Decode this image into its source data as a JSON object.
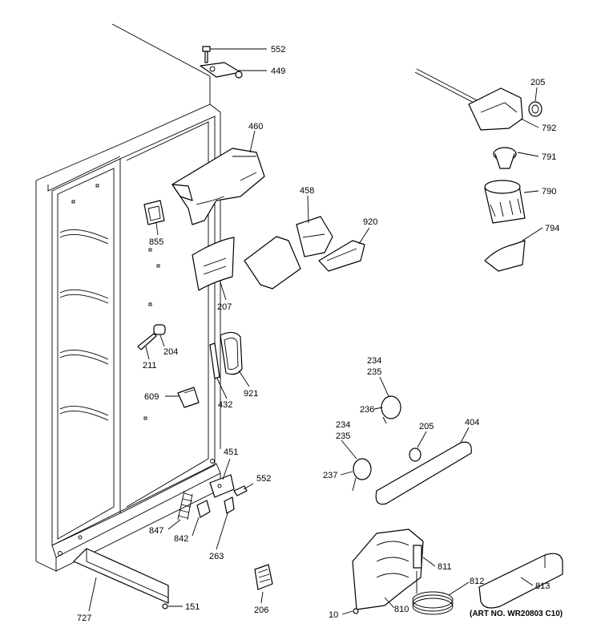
{
  "labels": {
    "p552a": "552",
    "p449": "449",
    "p460": "460",
    "p855": "855",
    "p458": "458",
    "p920": "920",
    "p207": "207",
    "p204": "204",
    "p211": "211",
    "p432": "432",
    "p921": "921",
    "p609": "609",
    "p451": "451",
    "p552b": "552",
    "p847": "847",
    "p842": "842",
    "p263": "263",
    "p727": "727",
    "p151": "151",
    "p206a": "206",
    "p205a": "205",
    "p792": "792",
    "p791": "791",
    "p790": "790",
    "p794": "794",
    "p234a": "234",
    "p235a": "235",
    "p236": "236",
    "p234b": "234",
    "p235b": "235",
    "p205b": "205",
    "p404": "404",
    "p237": "237",
    "p811": "811",
    "p812": "812",
    "p813": "813",
    "p810": "810",
    "p10": "10"
  },
  "art_number": "(ART NO. WR20803 C10)"
}
